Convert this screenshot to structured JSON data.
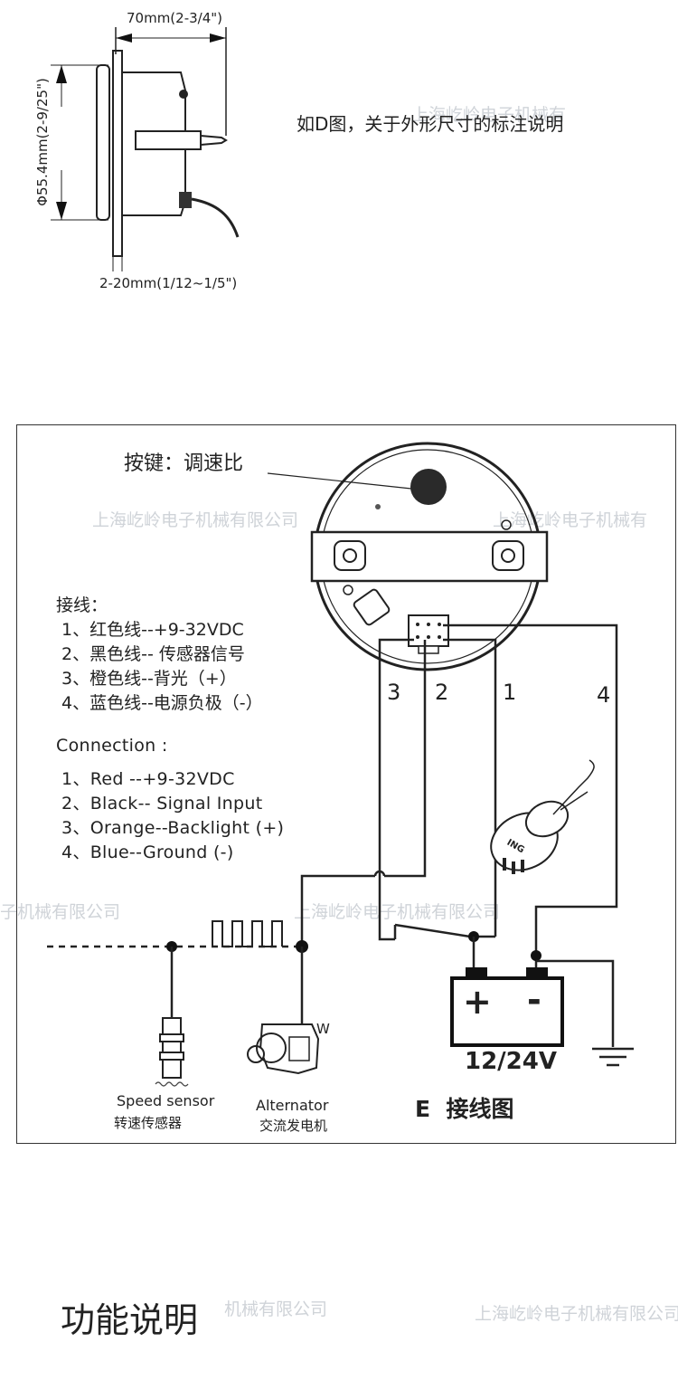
{
  "dimension_figure": {
    "width_label": "70mm(2-3/4\")",
    "diameter_label": "Φ55.4mm(2-9/25\")",
    "thickness_label": "2-20mm(1/12~1/5\")",
    "caption": "如D图，关于外形尺寸的标注说明"
  },
  "wiring_figure": {
    "button_label": "按键：调速比",
    "wire_numbers": [
      "3",
      "2",
      "1",
      "4"
    ],
    "connection_cn": {
      "title": "接线：",
      "items": [
        "1、红色线--+9-32VDC",
        "2、黑色线-- 传感器信号",
        "3、橙色线--背光（+）",
        "4、蓝色线--电源负极（-）"
      ]
    },
    "connection_en": {
      "title": "Connection :",
      "items": [
        "1、Red --+9-32VDC",
        "2、Black-- Signal  Input",
        "3、Orange--Backlight (+)",
        "4、Blue--Ground (-)"
      ]
    },
    "ignition_label": "ING",
    "battery": {
      "plus": "+",
      "minus": "-",
      "voltage": "12/24V"
    },
    "alternator_terminal": "W",
    "speed_sensor": {
      "label_en": "Speed sensor",
      "label_cn": "转速传感器"
    },
    "alternator": {
      "label_en": "Alternator",
      "label_cn": "交流发电机"
    },
    "figure_label": "E  接线图"
  },
  "section_title": "功能说明",
  "watermarks": [
    "上海屹岭电子机械有限公司",
    "上海屹岭电子机械有",
    "子机械有限公司",
    "上海屹岭电子机械有限公司",
    "上海屹岭电子机械有限公司",
    "机械有限公司",
    "上海屹岭电子机械有"
  ]
}
